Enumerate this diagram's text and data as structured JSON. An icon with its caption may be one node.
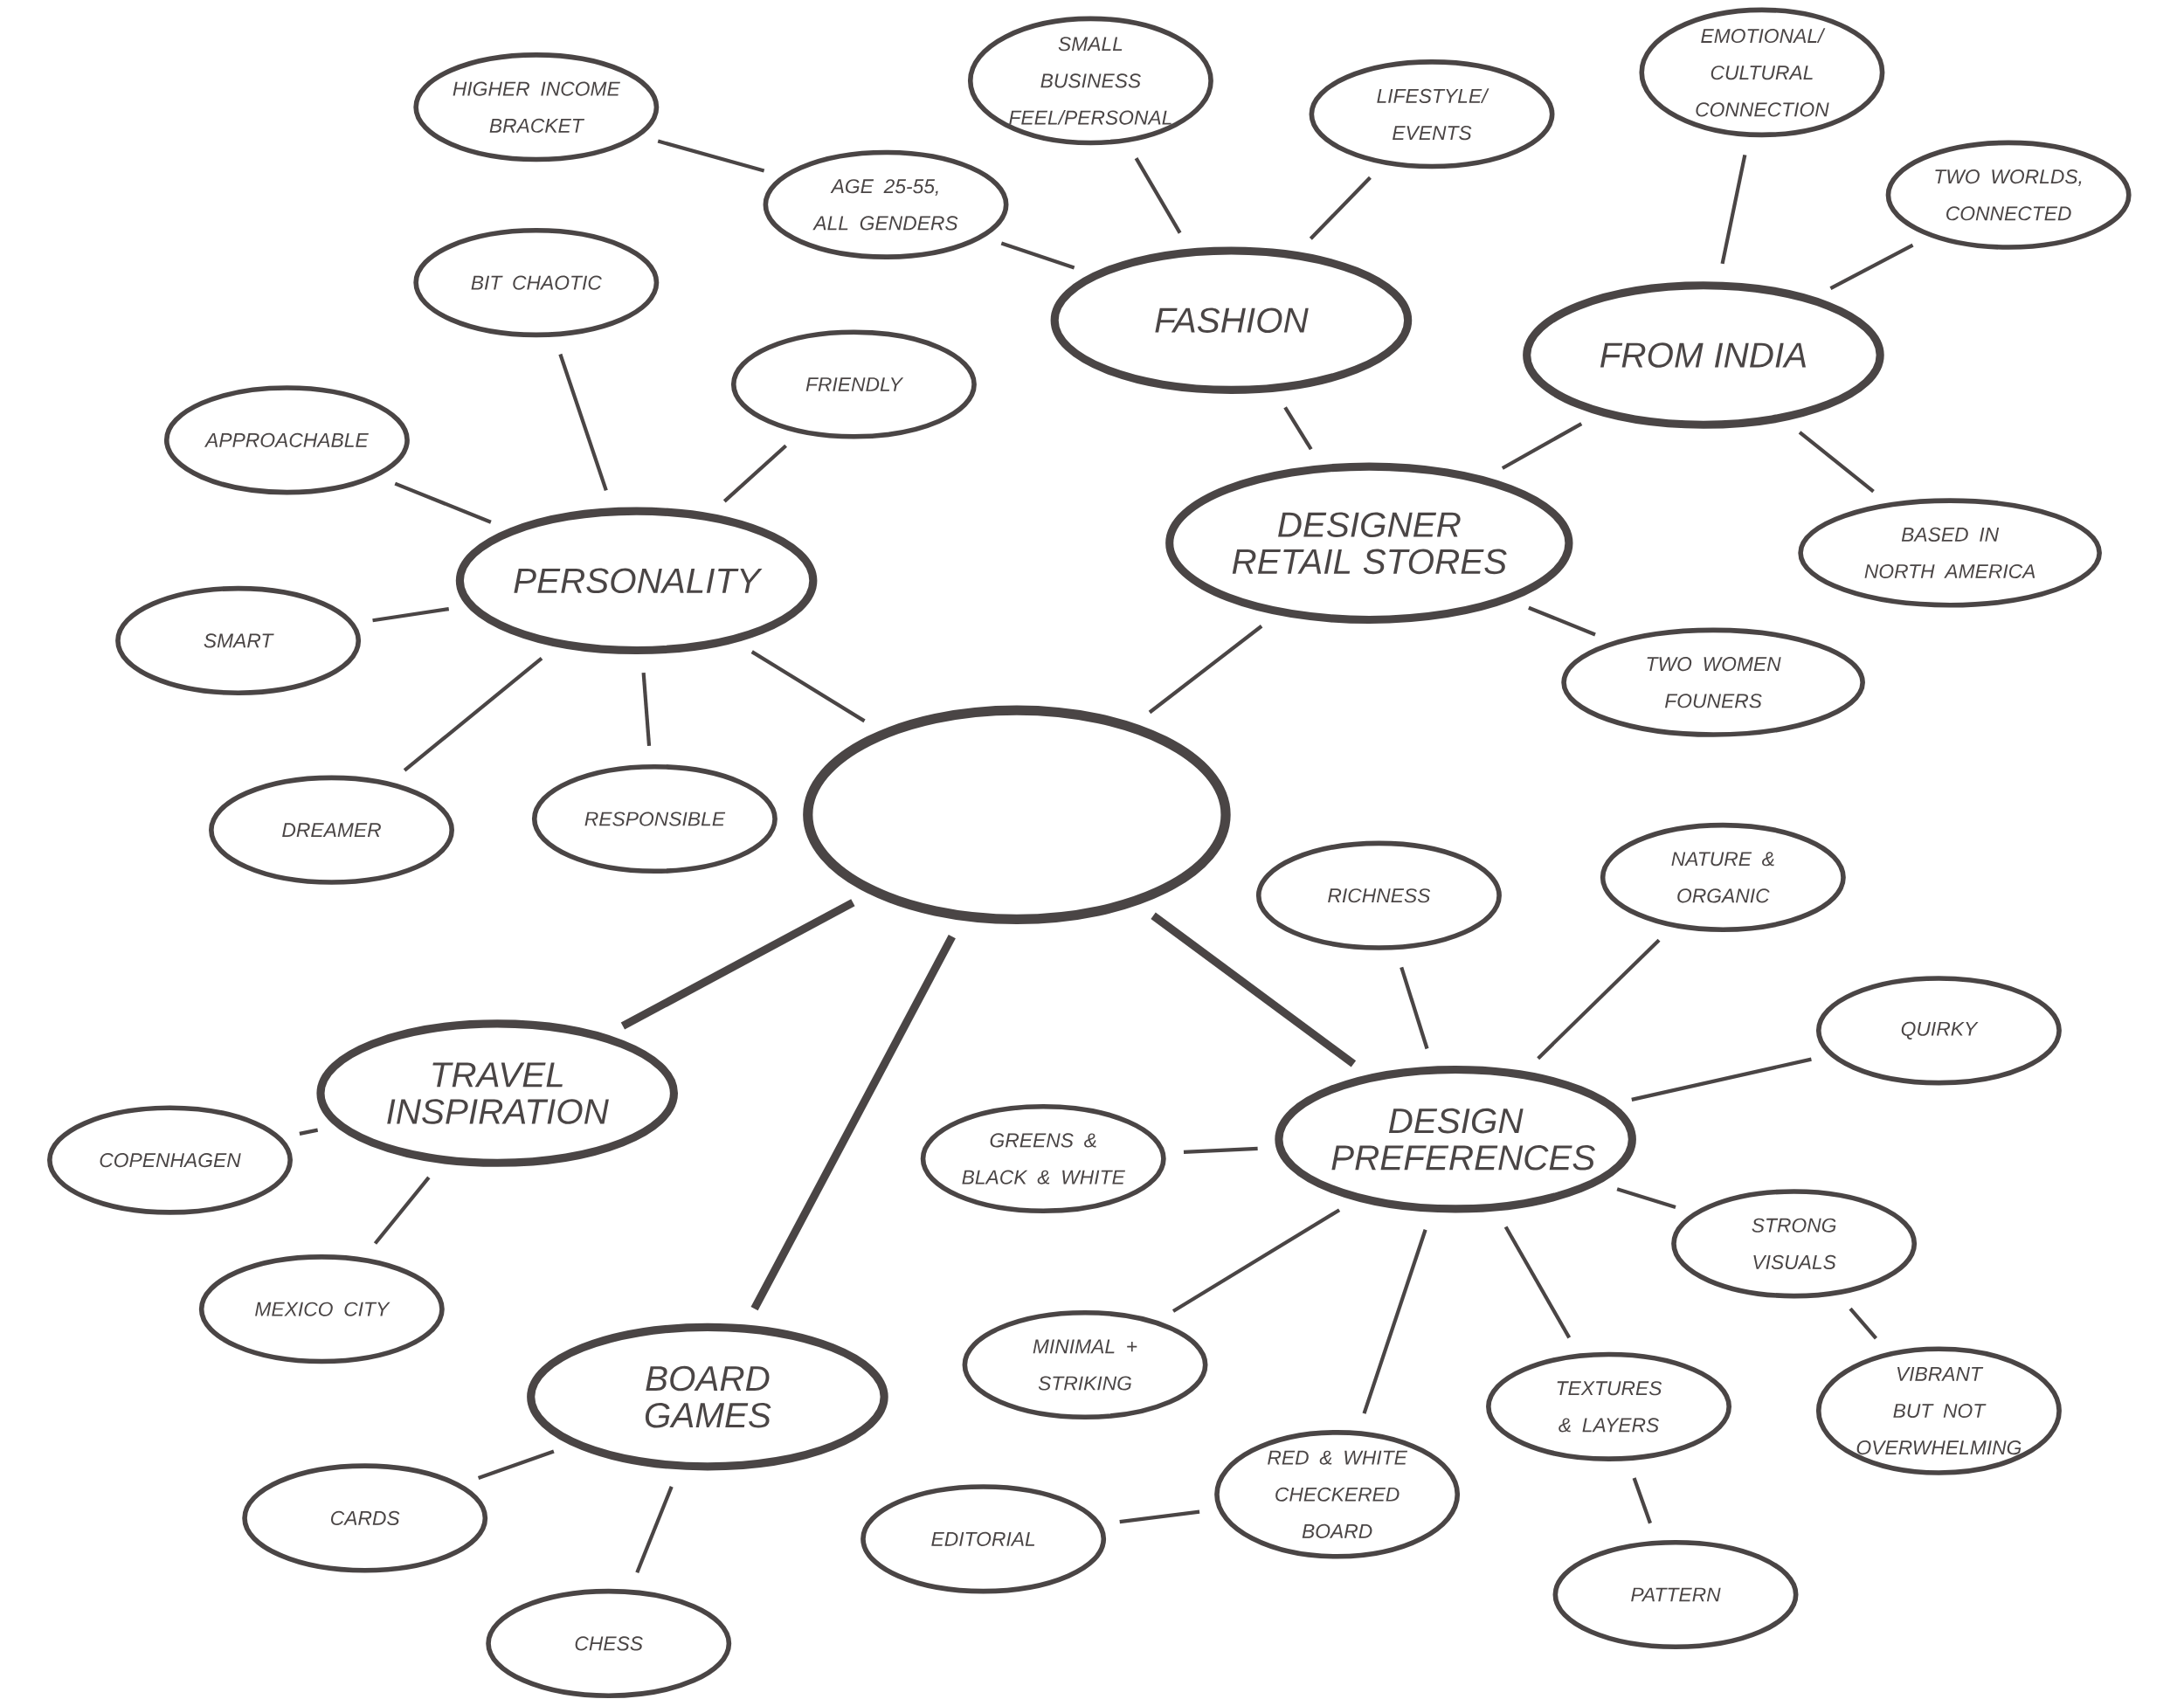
{
  "diagram": {
    "nodes": [
      {
        "text": [],
        "shape": "circle"
      },
      {
        "text": [
          "PERSONALITY"
        ]
      },
      {
        "text": [
          "BIT CHAOTIC"
        ]
      },
      {
        "text": [
          "FRIENDLY"
        ]
      },
      {
        "text": [
          "APPROACHABLE"
        ]
      },
      {
        "text": [
          "SMART"
        ]
      },
      {
        "text": [
          "DREAMER"
        ]
      },
      {
        "text": [
          "RESPONSIBLE"
        ]
      },
      {
        "text": [
          "FASHION"
        ]
      },
      {
        "text": [
          "AGE 25-55, ALL GENDERS"
        ]
      },
      {
        "text": [
          "HIGHER INCOME BRACKET"
        ]
      },
      {
        "text": [
          "SMALL BUSINESS FEEL/PERSONAL"
        ]
      },
      {
        "text": [
          "LIFESTYLE/ EVENTS"
        ]
      },
      {
        "text": [
          "DESIGNER RETAIL STORES"
        ]
      },
      {
        "text": [
          "FROM INDIA"
        ]
      },
      {
        "text": [
          "EMOTIONAL/ CULTURAL CONNECTION"
        ]
      },
      {
        "text": [
          "TWO WORLDS, CONNECTED"
        ]
      },
      {
        "text": [
          "BASED IN NORTH AMERICA"
        ]
      },
      {
        "text": [
          "TWO WOMEN FOUNERS"
        ]
      },
      {
        "text": [
          "TRAVEL INSPIRATION"
        ]
      },
      {
        "text": [
          "COPENHAGEN"
        ]
      },
      {
        "text": [
          "MEXICO CITY"
        ]
      },
      {
        "text": [
          "BOARD GAMES"
        ]
      },
      {
        "text": [
          "CARDS"
        ]
      },
      {
        "text": [
          "CHESS"
        ]
      },
      {
        "text": [
          "DESIGN PREFERENCES"
        ]
      },
      {
        "text": [
          "RICHNESS"
        ]
      },
      {
        "text": [
          "NATURE & ORGANIC"
        ]
      },
      {
        "text": [
          "QUIRKY"
        ]
      },
      {
        "text": [
          "GREENS & BLACK & WHITE"
        ]
      },
      {
        "text": [
          "STRONG VISUALS"
        ]
      },
      {
        "text": [
          "VIBRANT BUT NOT OVERWHELMING"
        ]
      },
      {
        "text": [
          "MINIMAL + STRIKING"
        ]
      },
      {
        "text": [
          "TEXTURES & LAYERS"
        ]
      },
      {
        "text": [
          "PATTERN"
        ]
      },
      {
        "text": [
          "RED & WHITE CHECKERED BOARD"
        ]
      },
      {
        "text": [
          "EDITORIAL"
        ]
      }
    ],
    "edges": [
      {
        "from": 0,
        "to": 1,
        "arrow": "none"
      },
      {
        "from": 1,
        "to": 2,
        "arrow": "none"
      },
      {
        "from": 1,
        "to": 3,
        "arrow": "none"
      },
      {
        "from": 1,
        "to": 4,
        "arrow": "none"
      },
      {
        "from": 1,
        "to": 5,
        "arrow": "none"
      },
      {
        "from": 1,
        "to": 6,
        "arrow": "none"
      },
      {
        "from": 1,
        "to": 7,
        "arrow": "none"
      },
      {
        "from": 0,
        "to": 13,
        "arrow": "none"
      },
      {
        "from": 13,
        "to": 8,
        "arrow": "none"
      },
      {
        "from": 8,
        "to": 9,
        "arrow": "none"
      },
      {
        "from": 9,
        "to": 10,
        "arrow": "none"
      },
      {
        "from": 8,
        "to": 11,
        "arrow": "none"
      },
      {
        "from": 8,
        "to": 12,
        "arrow": "none"
      },
      {
        "from": 13,
        "to": 14,
        "arrow": "none"
      },
      {
        "from": 14,
        "to": 15,
        "arrow": "none"
      },
      {
        "from": 14,
        "to": 16,
        "arrow": "none"
      },
      {
        "from": 14,
        "to": 17,
        "arrow": "none"
      },
      {
        "from": 13,
        "to": 18,
        "arrow": "none"
      },
      {
        "from": 0,
        "to": 19,
        "arrow": "none",
        "style": "thick"
      },
      {
        "from": 19,
        "to": 20,
        "arrow": "none"
      },
      {
        "from": 19,
        "to": 21,
        "arrow": "none"
      },
      {
        "from": 0,
        "to": 22,
        "arrow": "none",
        "style": "thick"
      },
      {
        "from": 22,
        "to": 23,
        "arrow": "none"
      },
      {
        "from": 22,
        "to": 24,
        "arrow": "none"
      },
      {
        "from": 0,
        "to": 25,
        "arrow": "none",
        "style": "thick"
      },
      {
        "from": 25,
        "to": 26,
        "arrow": "none"
      },
      {
        "from": 25,
        "to": 27,
        "arrow": "none"
      },
      {
        "from": 25,
        "to": 28,
        "arrow": "none"
      },
      {
        "from": 25,
        "to": 29,
        "arrow": "none"
      },
      {
        "from": 25,
        "to": 30,
        "arrow": "none"
      },
      {
        "from": 30,
        "to": 31,
        "arrow": "none"
      },
      {
        "from": 25,
        "to": 32,
        "arrow": "none"
      },
      {
        "from": 25,
        "to": 35,
        "arrow": "none"
      },
      {
        "from": 35,
        "to": 36,
        "arrow": "none"
      },
      {
        "from": 25,
        "to": 33,
        "arrow": "none"
      },
      {
        "from": 33,
        "to": 34,
        "arrow": "none"
      }
    ]
  }
}
